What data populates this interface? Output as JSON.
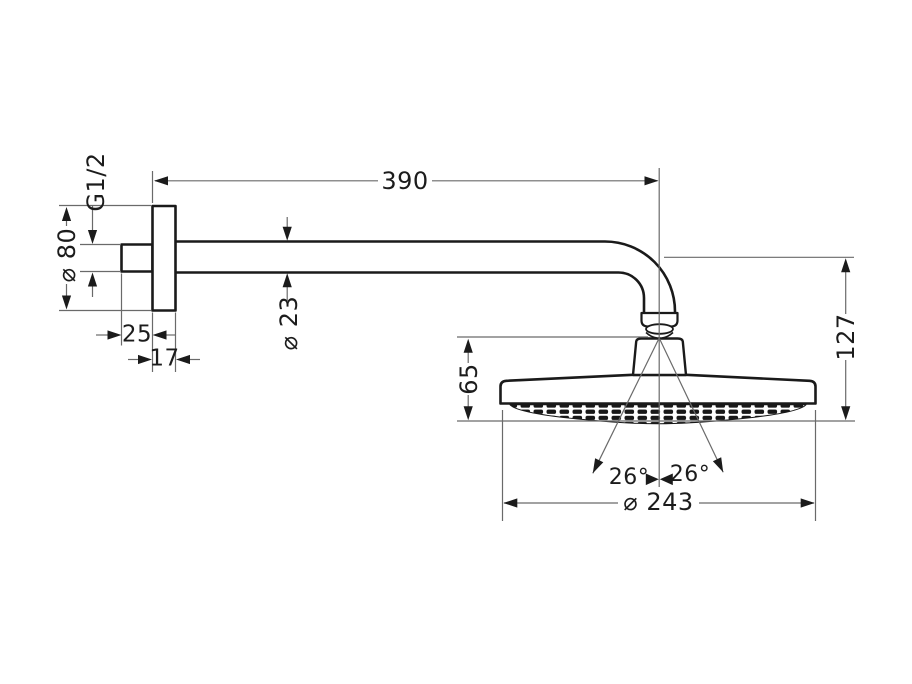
{
  "drawing": {
    "type": "technical-dimension-drawing",
    "subject": "wall-mounted overhead shower head with shower arm",
    "background_color": "#ffffff",
    "outline_color": "#1a1a1a",
    "dimension_line_color": "#6a6a6a"
  },
  "labels": {
    "arm_length": "390",
    "wall_thread": "G1/2",
    "escutcheon_diameter": "⌀ 80",
    "stub_length": "25",
    "escutcheon_depth": "17",
    "arm_diameter": "⌀ 23",
    "head_depth": "65",
    "overall_drop": "127",
    "spray_angle_left": "26°",
    "spray_angle_right": "26°",
    "head_diameter": "⌀ 243"
  }
}
